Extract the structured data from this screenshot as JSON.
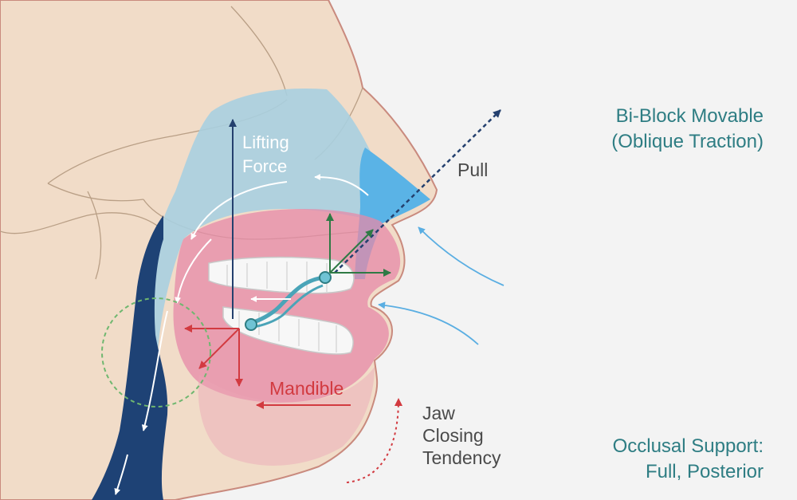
{
  "labels": {
    "lifting_force_line1": "Lifting",
    "lifting_force_line2": "Force",
    "pull": "Pull",
    "mandible": "Mandible",
    "jaw_line1": "Jaw",
    "jaw_line2": "Closing",
    "jaw_line3": "Tendency"
  },
  "panel_top": {
    "title": "Bi-Block Movable",
    "subtitle": "(Oblique Traction)"
  },
  "panel_bottom": {
    "title": "Occlusal Support:",
    "subtitle": "Full, Posterior"
  },
  "colors": {
    "skin": "#f1dcc8",
    "skin_outline": "#c98a7e",
    "skull_line": "#b99f86",
    "airway_light": "#a9cfe0",
    "airway_bright": "#5ab3e6",
    "airway_dark": "#1e4275",
    "tissue_pink": "#e58aa8",
    "label_teal": "#2e7d83",
    "force_navy": "#24406e",
    "force_red": "#d23a40",
    "vector_green": "#2f7a45",
    "arrow_blue": "#5aaee2",
    "circle_green": "#6fb76f"
  },
  "icons": [
    "upper-arch-icon",
    "lower-arch-icon",
    "bi-block-connector-icon"
  ]
}
